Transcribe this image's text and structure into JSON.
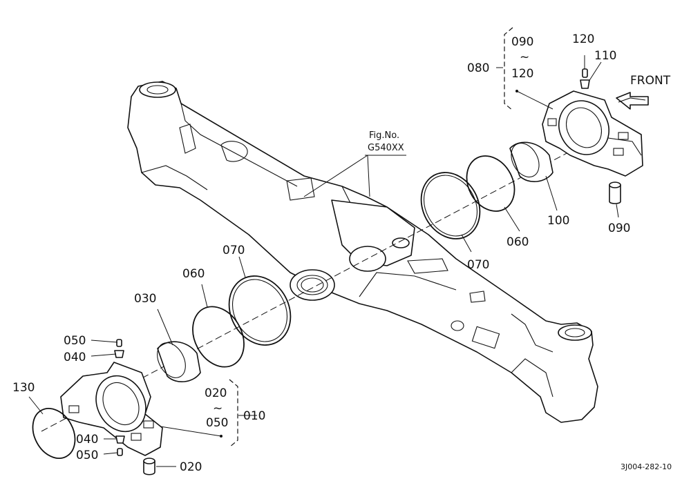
{
  "labels": {
    "p010": "010",
    "p020": "020",
    "p030": "030",
    "p040_a": "040",
    "p040_b": "040",
    "p050_a": "050",
    "p050_b": "050",
    "p060_l": "060",
    "p060_r": "060",
    "p070_l": "070",
    "p070_r": "070",
    "p080": "080",
    "p090_top": "090",
    "p090_bot": "090",
    "p100": "100",
    "p110": "110",
    "p120_top": "120",
    "p120_range": "120",
    "p130": "130",
    "range_l_from": "020",
    "range_l_to": "050",
    "tilde_l": "~",
    "tilde_r": "~",
    "fig_ref_line1": "Fig.No.",
    "fig_ref_line2": "G540XX",
    "front": "FRONT",
    "drawing_code": "3J004-282-10"
  }
}
